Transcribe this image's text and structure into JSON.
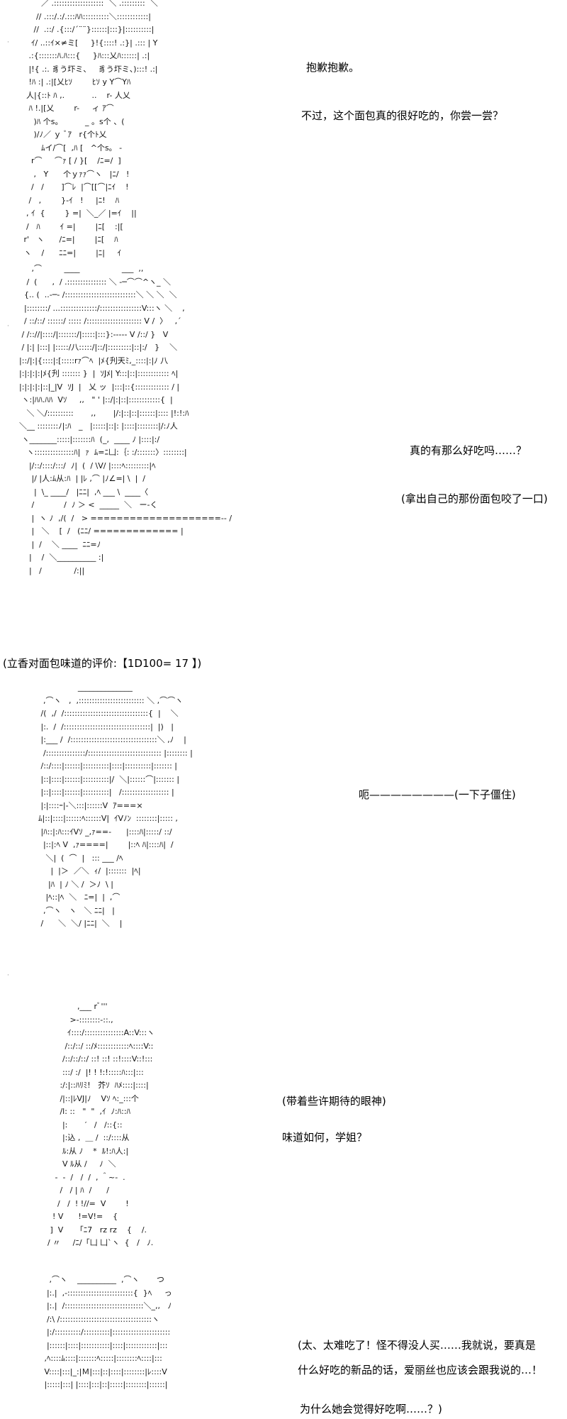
{
  "panels": [
    {
      "art": "        ／ .:::::::::::::::::::  ＼ .:::::::::  ＼\n      // .:::/.:/.:::ﾊﾊ::::::::::＼::::::::::::|\n     //  .::/ .{:::/´¨¨}::::::|:::}|::::::::::|\n    ｲ/ ..::ｲ×≠ミ[     }!{::::! .:}| .::: | Y\n   .:{:::::::ﾊ.ﾊ:::{     }ﾊ:::乂ﾊ::::::| .:|\n   |!{ .:. 豸う圷ミ、   豸う圷ミ、):::! .:|\n   !ﾊ :| .:|[乂ﾋｿ        ﾋｿ y Y⌒Yﾊ\n  人|{::ﾄ ﾊ ,.           ..    r- 人乂\n   ﾊ !.|[乂        r-     ィ ｱ⌒\n     )ﾊ 个s。         _ 。s个 、(\n     )/ﾉ／ ｙ ﾞｱ   r{个ﾄ乂\n        ﾑイ/⌒[  ,ﾊ [   ^个s。 -\n    r⌒     ⌒ｧ [ / }[    /ﾆ=/  ]\n     ,   Y      个ｙｧｧ⌒ヽ   |ﾆ/   !\n    /   /       ]⌒ﾚ  |⌒[[⌒|ﾆｲ    !\n   /   ,        }-ｲ   !     |ﾆ!    ﾊ\n  , ｲ  {        } =|  ＼_／ |=ｲ    ||\n  /   ﾊ        ｲ =|        |ﾆ[    :|[\n r'   ヽ      /ﾆ=|        |ﾆ[    ﾊ\n ヽ    /      ﾆﾆ=|        |ﾆ|     ｲ",
      "lines": [
        "抱歉抱歉。",
        "不过，这个面包真的很好吃的，你尝一尝？"
      ]
    },
    {
      "art": "       ,⌒         ____                 ___  ,,\n     /  (      ,  / .::::::::::::::: ＼ -─⌒⌒^ヽ_ ＼\n    {.. (  ..-─‐ /:::::::::::::::::::::::::::＼ ＼ ＼  ＼\n    |::::::::/ ...::::::::::::::/::::::::::::::::V:::ヽ ＼    ,\n    / ::/::/ ::::::/ ::::: /::::::::::::::::::::: V /  〉   ,´\n   / /:://|::::/|:::::::/|:::::|:::}:----- V /::/ }   V\n   / |:| |:::| |:::::/八:::::/|::/|:::::::::|::|:/   }    ＼\n  |::/|:|{::::|:[:::::rｧ⌒ﾍ  |ﾒ{刋天ﾐ,_::::|:|ﾉ 八\n  |:|:|:|:|ﾒ{刋 ::::::: }  |  ｿJﾒ| Y:::|::|:::::::::::: ﾍ|\n  |:|:|:|:|::|_|V  ｿJ  |   乂 ッ  |:::|::{::::::::::::: / |\n   ヽ:|ﾊﾊ.ﾊﾊ  Vｿ     ,,   \" ' |::/|:|::|::::::::::::{  |\n     ＼ ＼/::::::::::       ,,       |/:|::|::|::::::|:::: |!:!:ﾊ\n  ＼__ ::::::::ﾉ|:ﾊ   _   |:::::|::|: |::::|::::::::|/:ﾉ人\n   ヽ_______:::::|:::::::ﾊ  (_,  ____ ﾉ |::::|:/\n     ヽ:::::::::::::::ﾊ|  ｧ  ﾑ=ﾆ凵:｛: :/:::::::〉::::::::|\n      |/::/::::/:::/  ﾉ|  (  / \\V/ |::::ﾍ:::::::::|ﾍ\n       |/ |人:ﾑ从:ﾊ  | |ﾚ ,⌒ |ﾉ∠=| \\  |  /\n        |  \\_ ____/   |ﾆﾆ|  ,ﾍ ___ \\  ____〈\n       /            /  ﾉ ＞ <  _____  ＼   ー‐く\n       |  ヽ ﾉ  ,/(  /   > ====================-- /\n       |   ＼    [  /   (ﾆﾆ/ ============= |\n       |  /    ＼ ____  ﾆﾆ=ﾉ\n      |    /  ＼__________ :|\n      |   /             /:||",
      "lines": [
        "真的有那么好吃吗……？",
        "(拿出自己的那份面包咬了一口)"
      ]
    },
    {
      "art": "                    ______________\n      ,⌒ヽ   ,  ,::::::::::::::::::::::::: ＼ ,⌒⌒ヽ\n     /(  ,/  /::::::::::::::::::::::::::::::::{  |    ＼\n     |:.  /  /:::::::::::::::::::::::::::::::::|  |)   |\n     |:___ /  /:::::::::::::::::::::::::::::::::＼ ,ﾉ    |\n      /:::::::::::::::/:::::::::::::::::::::::::::: |:::::::: |\n     /::/::::|::::::|::::::::::|::::|::::::::::|::::::: |\n     |::|::::|::::::|::::::::::|/  ＼|::::::⌒|::::::: |\n     |::|::::|::::::|::::::::::|   /:::::::::::::::::: |\n     |:|::::ｰ|-＼:::|::::::V  ｱ===×\n    ﾑ|::|::::|::::::ﾍ::::::V|  ｲVﾉﾝ  ::::::::|::::: ,\n     |ﾊ::|:ﾊ:::ｲVｿ _,ｧ==-      |::::ﾊ|:::::/ ::/\n      |::|:ﾍ V  ,ｧ====|        |::ﾍ ﾊ|::::ﾊ|  /\n       ＼|  (  ⌒  |   ::: ___ /ﾍ\n         |  |＞  ／＼  ｨ/  |:::::::  |ﾍ|\n        |ﾊ  | ﾉ ＼ /  ＞ﾉ  \\ |\n       |ﾍ::|ﾍ  ＼   ﾆ=|  |  ,⌒\n      ,⌒ヽ   ヽ   ＼ ﾆﾆ|   |\n     /      ＼  ＼/ |ﾆﾆ|  ＼    |",
      "lines": [
        "呃————————(一下子僵住)"
      ]
    },
    {
      "art": "              ,___ rﾞ'''\n           >-::::::::-::.,\n          ｲ::::/:::::::::::::::A::V:::ヽ\n         /::/::/ ::/ﾒ::::::::::::ﾍ::::V::\n        /::/::/::/ ::! ::! ::!::::V::!:::\n        :::/ :/  |! ! !:!:::::ﾊ:::|:::\n       :/:|::ﾊﾘﾐ!   芥ｿ  ﾊﾒ::::|::::|\n       /|::|ﾚVJ|ﾉ    Vｿ ﾍ:_:::个\n       /l: ::   \"  \"  ,ｲ  ﾉ:ﾊ::ﾊ\n        |:       ′   /   /::{::\n        |:込 ,  ＿ /  ::/::::从\n        ﾙ:从 ﾉ    *  ﾙ!:ﾊ人:|\n        V ﾙ从 /     ﾉ  ＼ \n     ‐  -  /   /  /  , ＾~-  .\n       /   / | ﾊ  /      /\n      /   /  ! !//=  V        !\n    ! V      !=V!=    {\n   ]  V     「ﾆ7   rz rz    {    /.\n  / 〃     /ﾆ/「凵 凵`ヽ  {   /   ﾉ.",
      "lines": [
        "(带着些许期待的眼神)",
        "味道如何，学姐？"
      ]
    },
    {
      "art": "       ,⌒ヽ    __________  ,⌒ヽ       つ\n      |:.|  ,-:::::::::::::::::::::::::{  }ﾍ     っ\n      |:.|  /::::::::::::::::::::::::::::::＼_,,   ﾉ\n      /:\\ /:::::::::::::::::::::::::::::::::::ヽ\n      |:/::::::::::/::::::::::|::::::::::::::::::::::\n      |::::::|::::|:::::::::::|::::|::::::::::::|:::\n     ,ﾍ::::ﾑ::::|:::::::ﾍ:::::|::::::::ﾍ::::|:::\n     V::::|:::|_:|Ｍ|:::|::|::::|::::::::|ﾚ::::V\n     |:::::|:::| |::::|:::|::|:::::|::::::::|::::::|",
      "lines": [
        "(太、太难吃了！怪不得没人买……我就说，要真是",
        "什么好吃的新品的话，爱丽丝也应该会跟我说的…！",
        "为什么她会觉得好吃啊……？)"
      ]
    }
  ],
  "dice_result": "(立香对面包味道的评价:【1D100= 17 】)"
}
